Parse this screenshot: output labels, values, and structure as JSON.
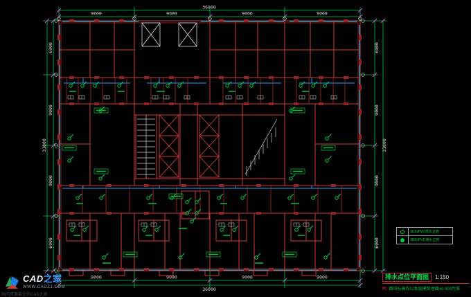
{
  "drawing": {
    "title": "排水点位平面图",
    "scale": "1:150",
    "note_prefix": "附:",
    "note_body": "图中标高均以本层建筑地面±0.000为准",
    "dims": {
      "top_total": "36000",
      "top_segments": [
        "9000",
        "9000",
        "9000",
        "9000"
      ],
      "bottom_total": "36000",
      "bottom_segments": [
        "9000",
        "9000",
        "9000",
        "9000"
      ],
      "left_total": "31800",
      "left_segments": [
        "6900",
        "9000",
        "9000",
        "6900"
      ],
      "right_total": "31800",
      "right_segments": [
        "6900",
        "9000",
        "9000",
        "6900"
      ]
    },
    "legend": {
      "rows": [
        {
          "label": "110UPVC排水立管"
        },
        {
          "label": "160UPVC排水立管"
        }
      ]
    }
  },
  "watermark": {
    "brand_cad": "CAD",
    "brand_home": "之家",
    "url": "WWW.CADZJ.COM",
    "tagline": "国内资源最全的CAD之家"
  },
  "colors": {
    "wall_red": "#cf3a3a",
    "pier_maroon": "#8f2424",
    "dim_green": "#00c84b",
    "pipe_cyan": "#19a0ff",
    "window_cyan": "#19c9ff",
    "tick_magenta": "#e746e7",
    "symbol_green": "#00e050",
    "brand_blue": "#3b99ff"
  }
}
